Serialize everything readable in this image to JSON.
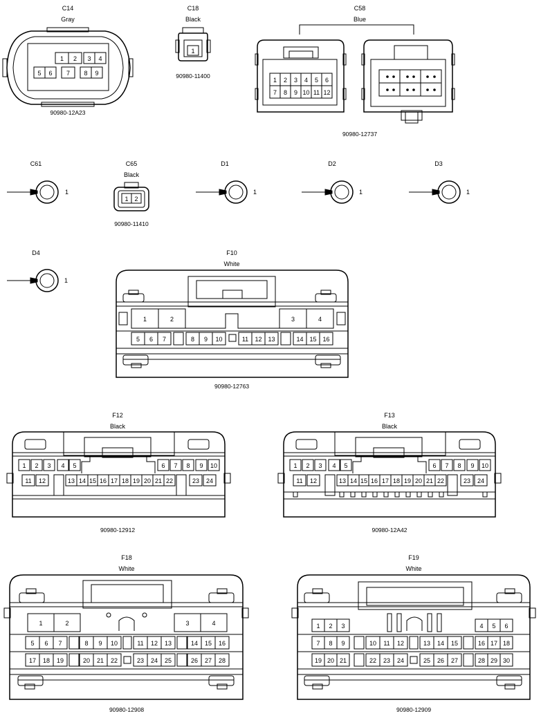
{
  "connectors": {
    "c14": {
      "name": "C14",
      "color": "Gray",
      "part": "90980-12A23",
      "pins": [
        "1",
        "2",
        "3",
        "4",
        "5",
        "6",
        "7",
        "8",
        "9"
      ]
    },
    "c18": {
      "name": "C18",
      "color": "Black",
      "part": "90980-11400",
      "pins": [
        "1"
      ]
    },
    "c58": {
      "name": "C58",
      "color": "Blue",
      "part": "90980-12737",
      "pins": [
        "1",
        "2",
        "3",
        "4",
        "5",
        "6",
        "7",
        "8",
        "9",
        "10",
        "11",
        "12"
      ]
    },
    "c61": {
      "name": "C61",
      "pin": "1"
    },
    "c65": {
      "name": "C65",
      "color": "Black",
      "part": "90980-11410",
      "pins": [
        "1",
        "2"
      ]
    },
    "d1": {
      "name": "D1",
      "pin": "1"
    },
    "d2": {
      "name": "D2",
      "pin": "1"
    },
    "d3": {
      "name": "D3",
      "pin": "1"
    },
    "d4": {
      "name": "D4",
      "pin": "1"
    },
    "f10": {
      "name": "F10",
      "color": "White",
      "part": "90980-12763"
    },
    "f12": {
      "name": "F12",
      "color": "Black",
      "part": "90980-12912"
    },
    "f13": {
      "name": "F13",
      "color": "Black",
      "part": "90980-12A42"
    },
    "f18": {
      "name": "F18",
      "color": "White",
      "part": "90980-12908"
    },
    "f19": {
      "name": "F19",
      "color": "White",
      "part": "90980-12909"
    }
  }
}
